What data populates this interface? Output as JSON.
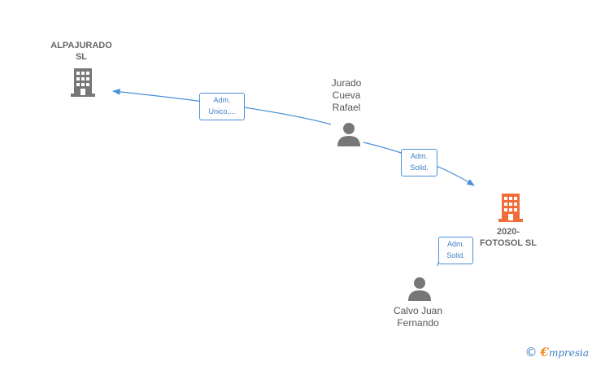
{
  "nodes": {
    "alpajurado": {
      "label": "ALPAJURADO\nSL",
      "type": "company",
      "color": "#777777"
    },
    "jurado": {
      "label": "Jurado\nCueva\nRafael",
      "type": "person",
      "color": "#777777"
    },
    "fotosol": {
      "label": "2020-\nFOTOSOL  SL",
      "type": "company",
      "color": "#f26b3a"
    },
    "calvo": {
      "label": "Calvo Juan\nFernando",
      "type": "person",
      "color": "#777777"
    }
  },
  "edges": [
    {
      "from": "jurado",
      "to": "alpajurado",
      "label": "Adm.\nUnico,..."
    },
    {
      "from": "jurado",
      "to": "fotosol",
      "label": "Adm.\nSolid."
    },
    {
      "from": "calvo",
      "to": "fotosol",
      "label": "Adm.\nSolid."
    }
  ],
  "colors": {
    "edge": "#4a90d9",
    "edge_label_text": "#3d7fc4",
    "focus_company": "#f26b3a",
    "neutral": "#777777"
  },
  "footer": {
    "copyright_symbol": "©",
    "brand_initial": "€",
    "brand_rest": "mpresia"
  }
}
